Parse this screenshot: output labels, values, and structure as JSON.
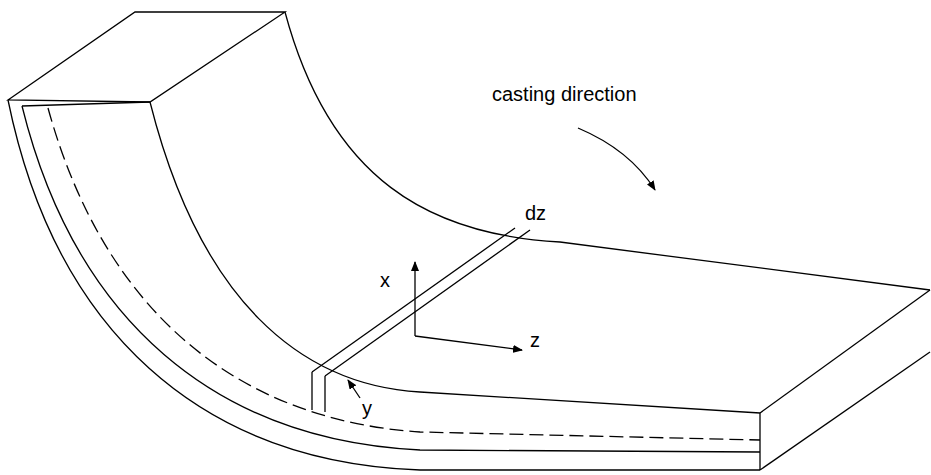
{
  "diagram": {
    "labels": [
      "casting direction",
      "dz",
      "x",
      "z",
      "y"
    ]
  }
}
